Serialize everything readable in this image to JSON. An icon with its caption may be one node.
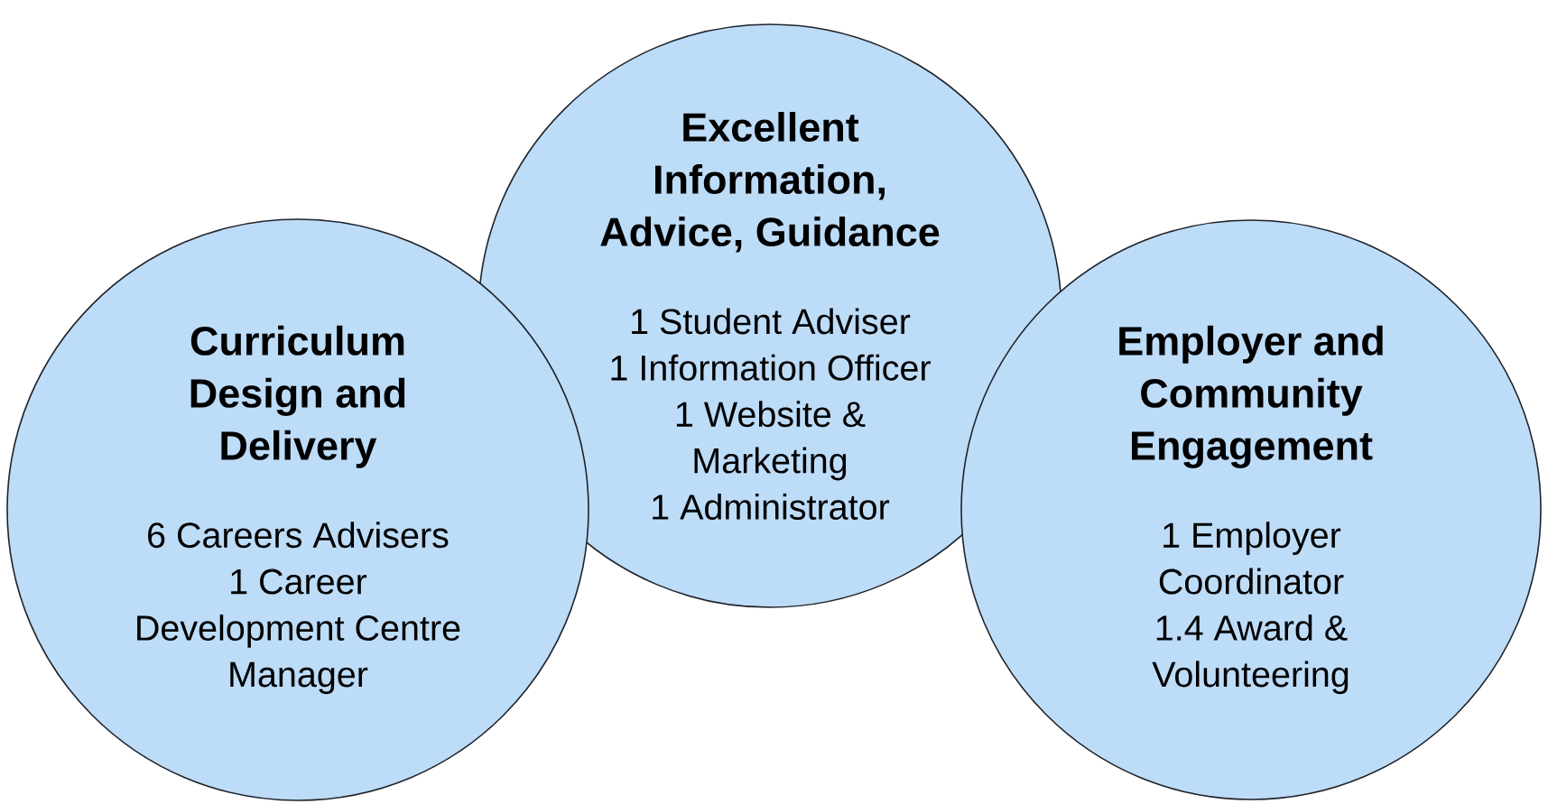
{
  "diagram": {
    "nodes": [
      {
        "text": [
          "Curriculum Design and Delivery",
          "6 Careers Advisers",
          "1 Career Development Centre Manager"
        ]
      },
      {
        "text": [
          "Excellent Information, Advice, Guidance",
          "1 Student Adviser",
          "1 Information Officer",
          "1 Website & Marketing",
          "1 Administrator"
        ]
      },
      {
        "text": [
          "Employer and Community Engagement",
          "1 Employer Coordinator",
          "1.4 Award & Volunteering"
        ]
      }
    ]
  }
}
